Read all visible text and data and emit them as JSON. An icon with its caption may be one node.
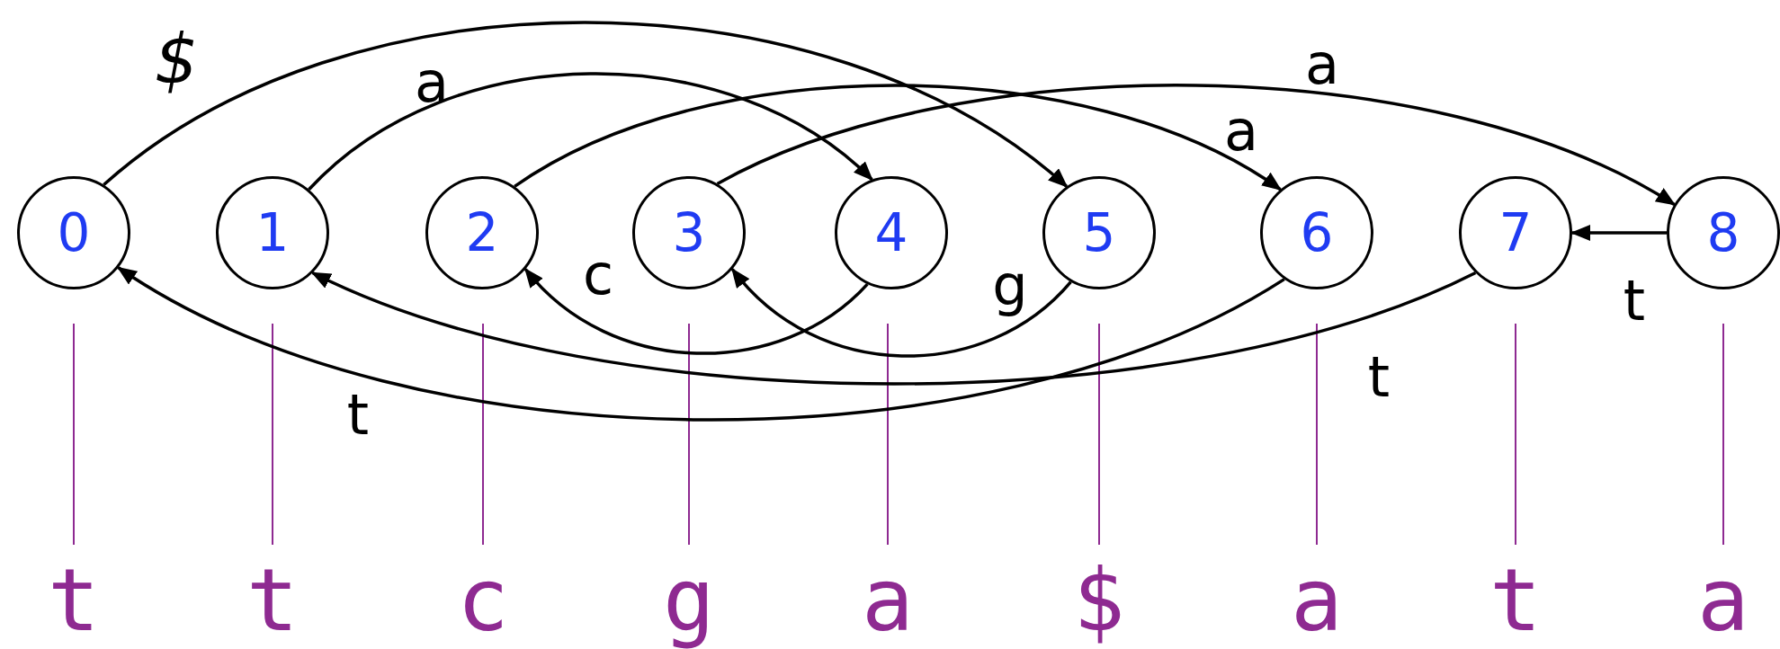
{
  "diagram": {
    "nodes": [
      {
        "text": [
          "0"
        ]
      },
      {
        "text": [
          "1"
        ]
      },
      {
        "text": [
          "2"
        ]
      },
      {
        "text": [
          "3"
        ]
      },
      {
        "text": [
          "4"
        ]
      },
      {
        "text": [
          "5"
        ]
      },
      {
        "text": [
          "6"
        ]
      },
      {
        "text": [
          "7"
        ]
      },
      {
        "text": [
          "8"
        ]
      }
    ],
    "edges": [
      {
        "from": 0,
        "to": 5,
        "arrow": "to",
        "label": "$"
      },
      {
        "from": 1,
        "to": 4,
        "arrow": "to",
        "label": "a"
      },
      {
        "from": 2,
        "to": 6,
        "arrow": "to",
        "label": "a"
      },
      {
        "from": 3,
        "to": 8,
        "arrow": "to",
        "label": "a"
      },
      {
        "from": 4,
        "to": 2,
        "arrow": "to",
        "label": "c"
      },
      {
        "from": 5,
        "to": 3,
        "arrow": "to",
        "label": "g"
      },
      {
        "from": 6,
        "to": 0,
        "arrow": "to",
        "label": "t"
      },
      {
        "from": 7,
        "to": 1,
        "arrow": "to",
        "label": "t"
      },
      {
        "from": 8,
        "to": 7,
        "arrow": "to",
        "label": "t"
      }
    ],
    "labels": [
      "t",
      "t",
      "c",
      "g",
      "a",
      "$",
      "a",
      "t",
      "a"
    ]
  }
}
